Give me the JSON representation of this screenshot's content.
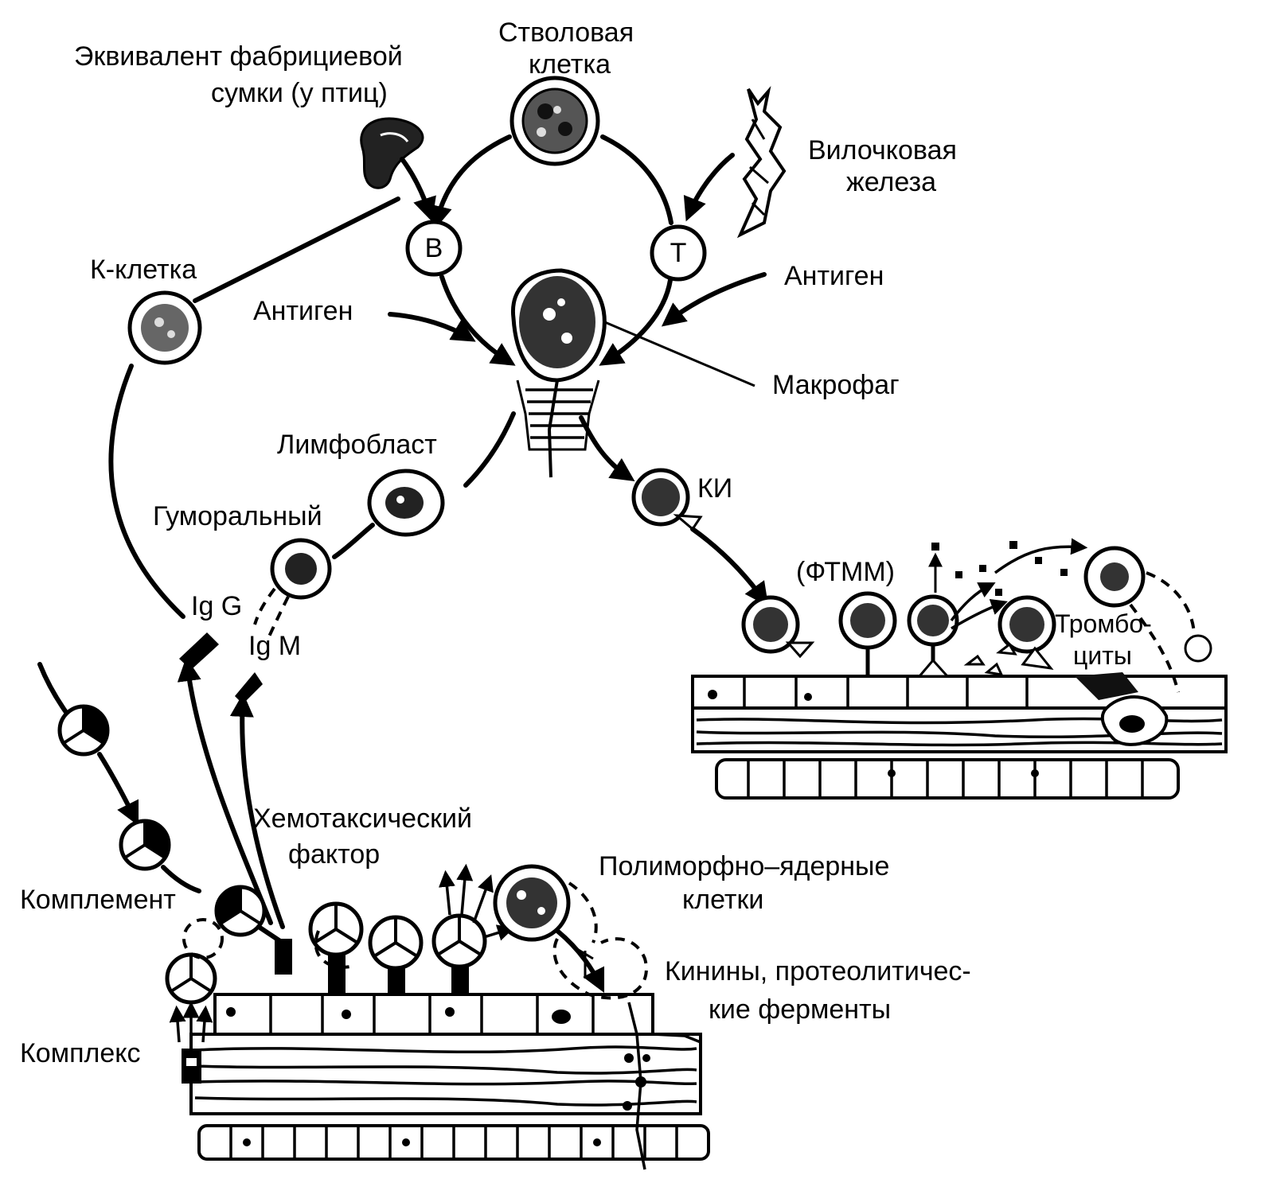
{
  "labels": {
    "bursa_line1": "Эквивалент фабрициевой",
    "bursa_line2": "сумки (у птиц)",
    "stem_line1": "Стволовая",
    "stem_line2": "клетка",
    "thymus_line1": "Вилочковая",
    "thymus_line2": "железа",
    "b_letter": "B",
    "t_letter": "T",
    "k_cell": "К-клетка",
    "antigen_left": "Антиген",
    "antigen_right": "Антиген",
    "macrophage": "Макрофаг",
    "lymphoblast": "Лимфобласт",
    "humoral": "Гуморальный",
    "ki": "КИ",
    "ftmm": "(ФТММ)",
    "igg": "Ig G",
    "igm": "Ig M",
    "platelets_line1": "Тромбо-",
    "platelets_line2": "циты",
    "chemotactic_line1": "Хемотаксический",
    "chemotactic_line2": "фактор",
    "polymorph_line1": "Полиморфно–ядерные",
    "polymorph_line2": "клетки",
    "complement": "Комплемент",
    "kinins_line1": "Кинины,  протеолитичес-",
    "kinins_line2": "кие  ферменты",
    "complex": "Комплекс"
  },
  "icons": {
    "bursa": "bursa-organ-icon",
    "thymus": "thymus-gland-icon",
    "complement": "complement-molecule-icon",
    "antibody": "antibody-icon"
  },
  "colors": {
    "ink": "#000000",
    "paper": "#ffffff"
  }
}
